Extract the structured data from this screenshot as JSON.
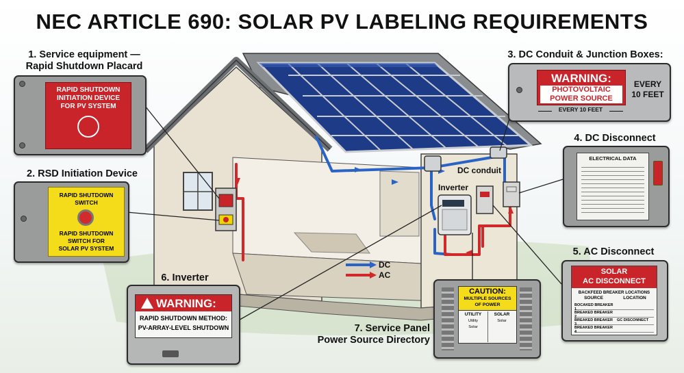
{
  "title": "NEC ARTICLE 690: SOLAR PV LABELING REQUIREMENTS",
  "callouts": {
    "c1": {
      "caption_line1": "1. Service equipment —",
      "caption_line2": "Rapid Shutdown Placard",
      "label_line1": "RAPID SHUTDOWN",
      "label_line2": "INITIATION DEVICE",
      "label_line3": "FOR PV SYSTEM"
    },
    "c2": {
      "caption": "2. RSD Initiation Device",
      "top_line1": "RAPID SHUTDOWN",
      "top_line2": "SWITCH",
      "bottom_line1": "RAPID SHUTDOWN",
      "bottom_line2": "SWITCH FOR",
      "bottom_line3": "SOLAR PV SYSTEM"
    },
    "c3": {
      "caption": "3. DC Conduit & Junction Boxes:",
      "header": "WARNING:",
      "body_line1": "PHOTOVOLTAIC",
      "body_line2": "POWER SOURCE",
      "side_line1": "EVERY",
      "side_line2": "10 FEET",
      "spacing": "EVERY 10 FEET"
    },
    "c4": {
      "caption": "4. DC Disconnect",
      "header": "ELECTRICAL DATA"
    },
    "c5": {
      "caption": "5. AC Disconnect",
      "header_line1": "SOLAR",
      "header_line2": "AC DISCONNECT",
      "table_title": "BACKFEED BREAKER LOCATIONS",
      "col_source": "SOURCE",
      "col_location": "LOCATION",
      "rows": [
        "BOCAKED BREAKER 1",
        "BREAKED BREAKER 2",
        "BREAKED BREAKER 3",
        "BREAKED BREAKER 4"
      ],
      "row3_value": "GC DISCONNECT"
    },
    "c6": {
      "caption": "6. Inverter",
      "header": "WARNING:",
      "body_line1": "RAPID SHUTDOWN METHOD:",
      "body_line2": "PV-ARRAY-LEVEL SHUTDOWN"
    },
    "c7": {
      "caption_line1": "7. Service Panel",
      "caption_line2": "Power Source Directory",
      "header": "CAUTION:",
      "sub_line1": "MULTIPLE SOURCES",
      "sub_line2": "OF POWER",
      "col_utility": "UTILITY",
      "col_solar": "SOLAR",
      "row1_left": "Utility",
      "row1_right": "Solar",
      "row2_left": "Solar"
    }
  },
  "house": {
    "dc_conduit_label": "DC conduit",
    "inverter_label": "Inverter",
    "legend_dc": "DC",
    "legend_ac": "AC"
  },
  "colors": {
    "dc": "#2a63c6",
    "ac": "#d0282b",
    "warning_red": "#c9242a",
    "caution_yellow": "#f4dc1b",
    "panel_blue": "#1f3f8a"
  }
}
